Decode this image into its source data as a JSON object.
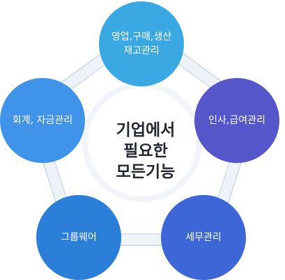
{
  "center": {
    "lines": [
      "기업에서",
      "필요한",
      "모든기능"
    ]
  },
  "nodes": {
    "top": {
      "lines": [
        "영업,구매,생산",
        "재고관리"
      ],
      "color": "#3aa8e3"
    },
    "left": {
      "lines": [
        "회계, 자금관리"
      ],
      "color": "#3f93e8"
    },
    "right": {
      "lines": [
        "인사,급여관리"
      ],
      "color": "#5456c9"
    },
    "bottom_left": {
      "lines": [
        "그룹웨어"
      ],
      "color": "#2c7fd9"
    },
    "bottom_right": {
      "lines": [
        "세무관리"
      ],
      "color": "#3d67d6"
    }
  },
  "ring": {
    "outline": "#c9d6e8",
    "fill": "#eef3f9"
  }
}
